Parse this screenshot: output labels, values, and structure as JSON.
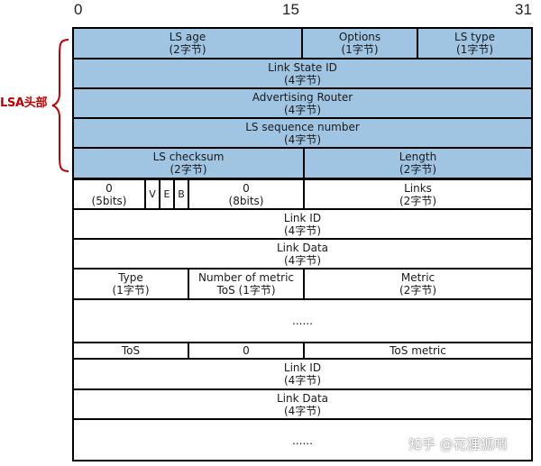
{
  "bit_numbers": {
    "start": "0",
    "middle": "15",
    "end": "31"
  },
  "brace_label": "LSA头部",
  "header": {
    "ls_age": {
      "name": "LS age",
      "size": "(2字节)"
    },
    "options": {
      "name": "Options",
      "size": "(1字节)"
    },
    "ls_type": {
      "name": "LS type",
      "size": "(1字节)"
    },
    "link_state_id": {
      "name": "Link State ID",
      "size": "(4字节)"
    },
    "advertising_router": {
      "name": "Advertising Router",
      "size": "(4字节)"
    },
    "ls_sequence_number": {
      "name": "LS sequence number",
      "size": "(4字节)"
    },
    "ls_checksum": {
      "name": "LS checksum",
      "size": "(2字节)"
    },
    "length": {
      "name": "Length",
      "size": "(2字节)"
    }
  },
  "body": {
    "reserved1": {
      "name": "0",
      "size": "(5bits)"
    },
    "flag_v": "V",
    "flag_e": "E",
    "flag_b": "B",
    "reserved2": {
      "name": "0",
      "size": "(8bits)"
    },
    "links": {
      "name": "Links",
      "size": "(2字节)"
    },
    "link_id_1": {
      "name": "Link ID",
      "size": "(4字节)"
    },
    "link_data_1": {
      "name": "Link Data",
      "size": "(4字节)"
    },
    "type": {
      "name": "Type",
      "size": "(1字节)"
    },
    "num_metric": {
      "name": "Number of metric",
      "size": "ToS (1字节)"
    },
    "metric": {
      "name": "Metric",
      "size": "(2字节)"
    },
    "ellipsis_1": "......",
    "tos": "ToS",
    "tos_zero": "0",
    "tos_metric": "ToS metric",
    "link_id_2": {
      "name": "Link ID",
      "size": "(4字节)"
    },
    "link_data_2": {
      "name": "Link Data",
      "size": "(4字节)"
    },
    "ellipsis_2": "......"
  },
  "watermark": "知乎 @花狸狐哨",
  "colors": {
    "header_fill": "#9fc5e3",
    "brace": "#c00000",
    "border": "#000000"
  }
}
